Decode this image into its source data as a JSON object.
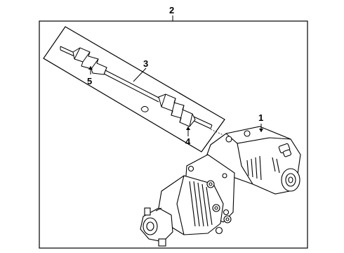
{
  "diagram": {
    "callouts": {
      "c1": "1",
      "c2": "2",
      "c3": "3",
      "c4": "4",
      "c5": "5"
    },
    "parts": {
      "rear_differential": "differential-housing-icon",
      "coupling": "electronic-coupling-icon",
      "axle_shaft": "cv-axle-shaft-icon",
      "inner_boot": "cv-boot-icon",
      "outer_boot": "cv-boot-icon",
      "circlip": "circlip-icon"
    }
  }
}
